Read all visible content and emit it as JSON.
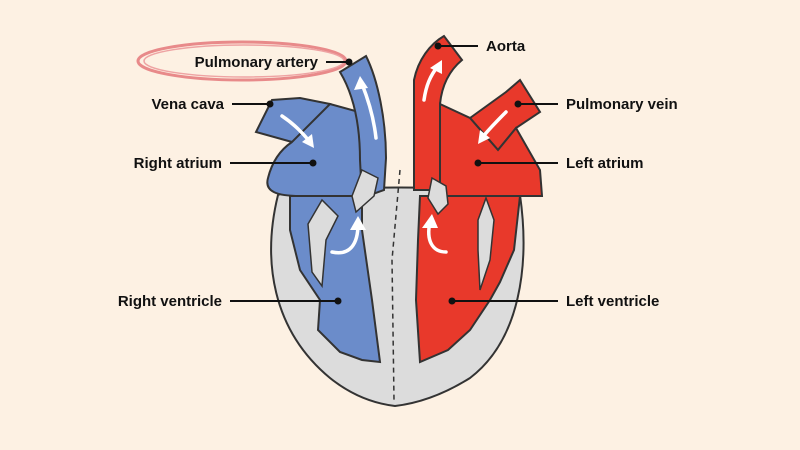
{
  "labels": {
    "pulmonary_artery": "Pulmonary artery",
    "vena_cava": "Vena cava",
    "right_atrium": "Right atrium",
    "right_ventricle": "Right ventricle",
    "aorta": "Aorta",
    "pulmonary_vein": "Pulmonary vein",
    "left_atrium": "Left atrium",
    "left_ventricle": "Left ventricle"
  },
  "colors": {
    "background": "#fdf1e3",
    "deoxygenated": "#6b8cca",
    "oxygenated": "#e8392b",
    "heart_wall": "#dcdcdc",
    "outline": "#333333",
    "highlight": "#e88a8a"
  }
}
